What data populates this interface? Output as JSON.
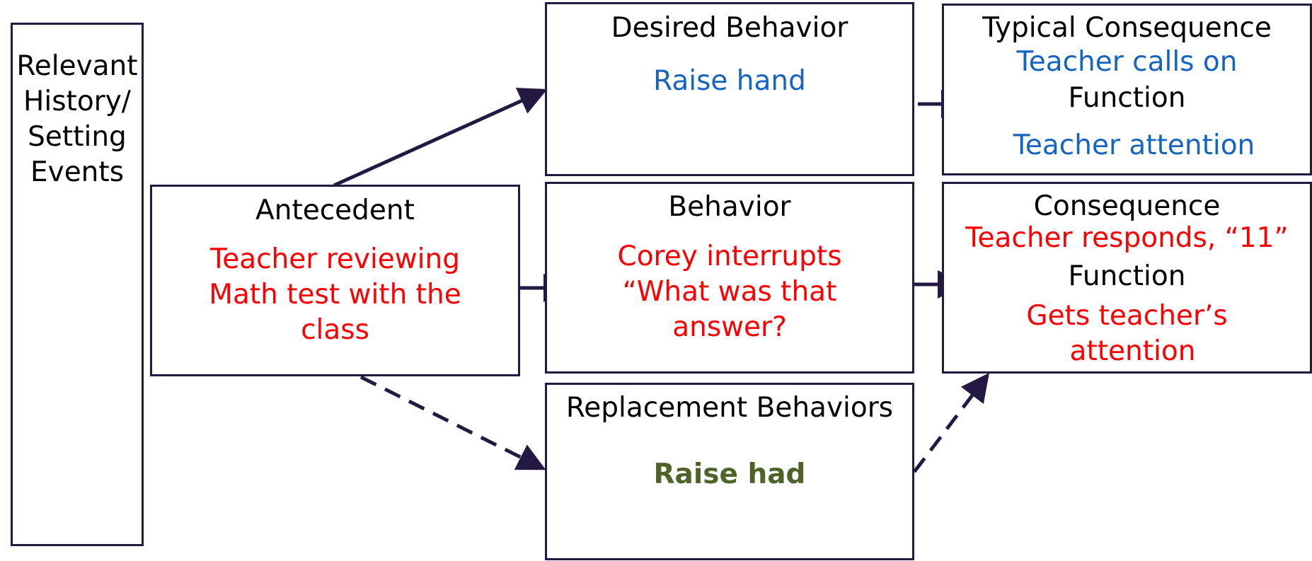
{
  "history_box": {
    "label_lines": [
      "Relevant",
      "History/",
      "Setting",
      "Events"
    ]
  },
  "antecedent": {
    "title": "Antecedent",
    "lines": [
      "Teacher reviewing",
      "Math test with the",
      "class"
    ]
  },
  "desired_behavior": {
    "title": "Desired Behavior",
    "value": "Raise hand"
  },
  "behavior": {
    "title": "Behavior",
    "lines": [
      "Corey interrupts",
      "“What was that",
      "answer?"
    ]
  },
  "replacement_behaviors": {
    "title": "Replacement Behaviors",
    "value": "Raise had"
  },
  "typical_consequence": {
    "title": "Typical Consequence",
    "value": "Teacher calls on",
    "function_label": "Function",
    "function_value": "Teacher attention"
  },
  "consequence": {
    "title": "Consequence",
    "value": "Teacher responds, “11”",
    "function_label": "Function",
    "function_lines": [
      "Gets teacher’s",
      "attention"
    ]
  },
  "colors": {
    "border": "#231942",
    "problem_text": "#ff0000",
    "desired_text": "#1565c0",
    "replacement_text": "#4f6228"
  }
}
